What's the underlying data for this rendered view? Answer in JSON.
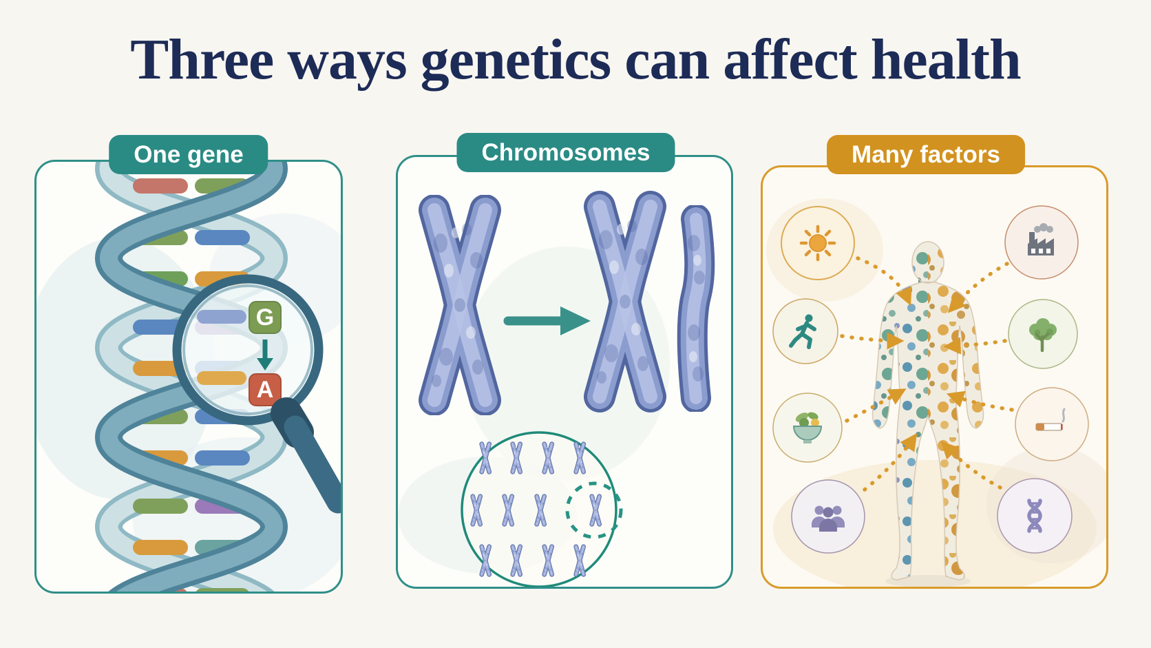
{
  "title": "Three ways genetics can affect health",
  "colors": {
    "background": "#f8f6f1",
    "title_text": "#1d2b57",
    "teal_accent": "#2a8b84",
    "orange_accent": "#d2921f",
    "chromosome_blue": "#8b9cce",
    "mutation_from_green": "#7d9c53",
    "mutation_to_red": "#c65f46"
  },
  "panels": {
    "one_gene": {
      "label": "One gene",
      "mutation_from": "G",
      "mutation_to": "A"
    },
    "chromosomes": {
      "label": "Chromosomes"
    },
    "many_factors": {
      "label": "Many factors",
      "factor_icons_left": [
        "sun",
        "runner",
        "healthy-food-bowl",
        "people-group"
      ],
      "factor_icons_right": [
        "factory",
        "tree",
        "cigarette",
        "dna"
      ]
    }
  }
}
